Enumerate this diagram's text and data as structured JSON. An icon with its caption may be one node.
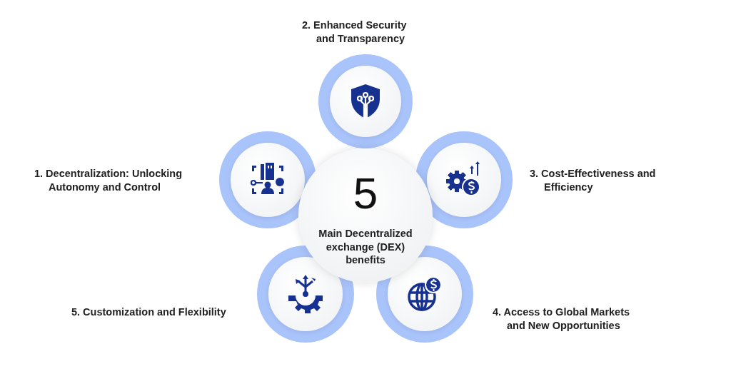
{
  "diagram": {
    "nodes": [
      {
        "text": [],
        "shape": "circle",
        "beside": [
          "1. Decentralization: Unlocking Autonomy and Control"
        ]
      },
      {
        "text": [],
        "shape": "circle",
        "beside": [
          "2. Enhanced Security and Transparency"
        ]
      },
      {
        "text": [],
        "shape": "circle",
        "beside": [
          "3. Cost-Effectiveness and Efficiency"
        ]
      },
      {
        "text": [],
        "shape": "circle",
        "beside": [
          "4. Access to Global Markets and New Opportunities"
        ]
      },
      {
        "text": [],
        "shape": "circle",
        "beside": [
          "5. Customization and Flexibility"
        ]
      },
      {
        "text": [
          "5",
          "Main Decentralized exchange (DEX) benefits"
        ]
      }
    ]
  }
}
